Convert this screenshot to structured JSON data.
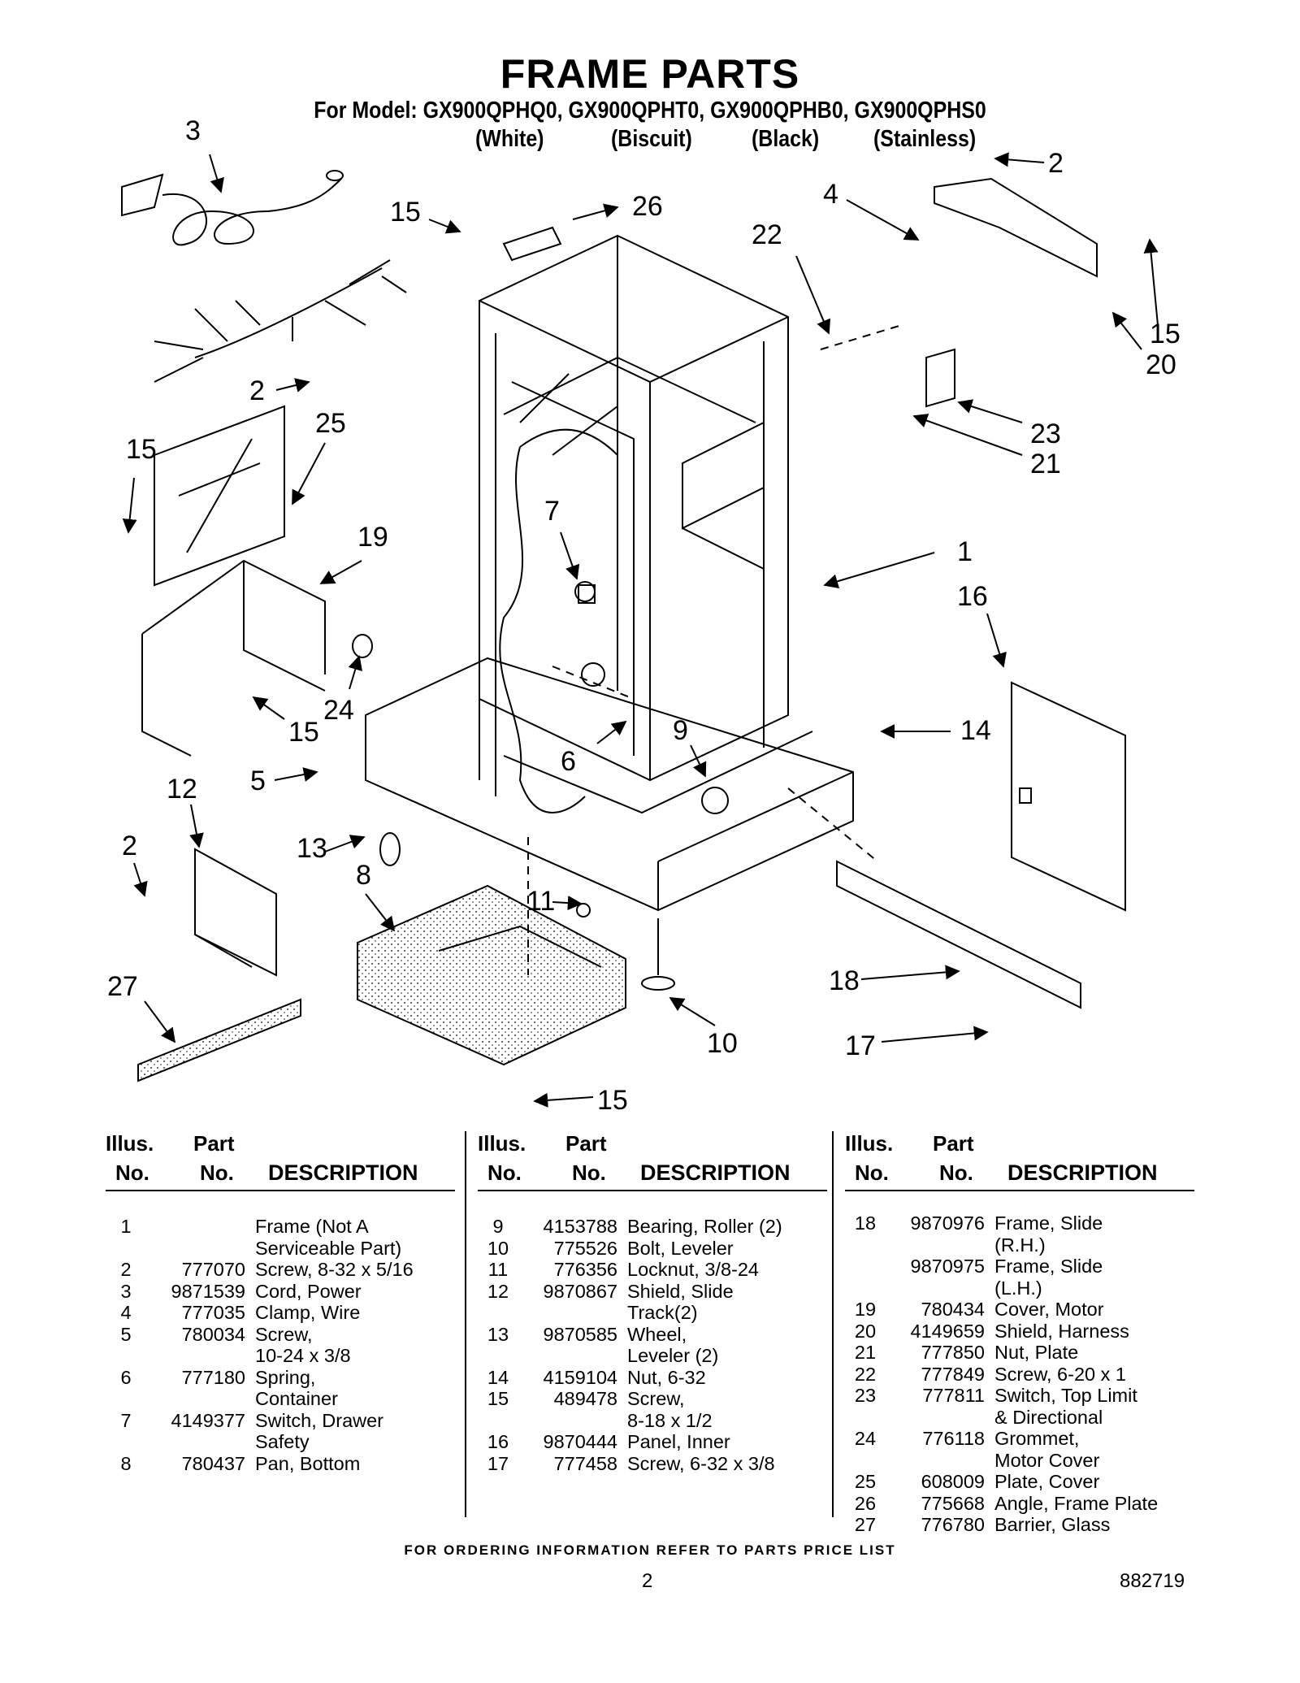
{
  "header": {
    "title": "FRAME PARTS",
    "model": "For Model: GX900QPHQ0, GX900QPHT0, GX900QPHB0, GX900QPHS0",
    "finishes": [
      "(White)",
      "(Biscuit)",
      "(Black)",
      "(Stainless)"
    ]
  },
  "callouts": [
    "3",
    "2",
    "15",
    "26",
    "4",
    "22",
    "2",
    "15",
    "20",
    "2",
    "25",
    "15",
    "23",
    "21",
    "7",
    "19",
    "1",
    "16",
    "24",
    "15",
    "6",
    "9",
    "14",
    "5",
    "12",
    "2",
    "13",
    "8",
    "11",
    "18",
    "27",
    "10",
    "17",
    "15"
  ],
  "table_headers": {
    "illus_1": "Illus.",
    "illus_2": "No.",
    "part_1": "Part",
    "part_2": "No.",
    "description": "DESCRIPTION"
  },
  "parts_columns": [
    [
      {
        "illus": "1",
        "part": "",
        "desc": "Frame (Not A"
      },
      {
        "illus": "",
        "part": "",
        "desc": "Serviceable Part)"
      },
      {
        "illus": "2",
        "part": "777070",
        "desc": "Screw, 8-32 x 5/16"
      },
      {
        "illus": "3",
        "part": "9871539",
        "desc": "Cord, Power"
      },
      {
        "illus": "4",
        "part": "777035",
        "desc": "Clamp, Wire"
      },
      {
        "illus": "5",
        "part": "780034",
        "desc": "Screw,"
      },
      {
        "illus": "",
        "part": "",
        "desc": "10-24 x 3/8"
      },
      {
        "illus": "6",
        "part": "777180",
        "desc": "Spring,"
      },
      {
        "illus": "",
        "part": "",
        "desc": "Container"
      },
      {
        "illus": "7",
        "part": "4149377",
        "desc": "Switch, Drawer"
      },
      {
        "illus": "",
        "part": "",
        "desc": "Safety"
      },
      {
        "illus": "8",
        "part": "780437",
        "desc": "Pan, Bottom"
      }
    ],
    [
      {
        "illus": "9",
        "part": "4153788",
        "desc": "Bearing, Roller (2)"
      },
      {
        "illus": "10",
        "part": "775526",
        "desc": "Bolt, Leveler"
      },
      {
        "illus": "11",
        "part": "776356",
        "desc": "Locknut, 3/8-24"
      },
      {
        "illus": "12",
        "part": "9870867",
        "desc": "Shield, Slide"
      },
      {
        "illus": "",
        "part": "",
        "desc": "Track(2)"
      },
      {
        "illus": "13",
        "part": "9870585",
        "desc": "Wheel,"
      },
      {
        "illus": "",
        "part": "",
        "desc": "Leveler (2)"
      },
      {
        "illus": "14",
        "part": "4159104",
        "desc": "Nut, 6-32"
      },
      {
        "illus": "15",
        "part": "489478",
        "desc": "Screw,"
      },
      {
        "illus": "",
        "part": "",
        "desc": "8-18 x 1/2"
      },
      {
        "illus": "16",
        "part": "9870444",
        "desc": "Panel, Inner"
      },
      {
        "illus": "17",
        "part": "777458",
        "desc": "Screw, 6-32 x 3/8"
      }
    ],
    [
      {
        "illus": "18",
        "part": "9870976",
        "desc": "Frame, Slide"
      },
      {
        "illus": "",
        "part": "",
        "desc": "(R.H.)"
      },
      {
        "illus": "",
        "part": "9870975",
        "desc": "Frame, Slide"
      },
      {
        "illus": "",
        "part": "",
        "desc": "(L.H.)"
      },
      {
        "illus": "19",
        "part": "780434",
        "desc": "Cover, Motor"
      },
      {
        "illus": "20",
        "part": "4149659",
        "desc": "Shield, Harness"
      },
      {
        "illus": "21",
        "part": "777850",
        "desc": "Nut, Plate"
      },
      {
        "illus": "22",
        "part": "777849",
        "desc": "Screw, 6-20 x 1"
      },
      {
        "illus": "23",
        "part": "777811",
        "desc": "Switch, Top Limit"
      },
      {
        "illus": "",
        "part": "",
        "desc": "& Directional"
      },
      {
        "illus": "24",
        "part": "776118",
        "desc": "Grommet,"
      },
      {
        "illus": "",
        "part": "",
        "desc": "Motor Cover"
      },
      {
        "illus": "25",
        "part": "608009",
        "desc": "Plate, Cover"
      },
      {
        "illus": "26",
        "part": "775668",
        "desc": "Angle, Frame Plate"
      },
      {
        "illus": "27",
        "part": "776780",
        "desc": "Barrier, Glass"
      }
    ]
  ],
  "footer": "FOR ORDERING INFORMATION REFER TO PARTS PRICE LIST",
  "page_number": "2",
  "document_number": "882719"
}
